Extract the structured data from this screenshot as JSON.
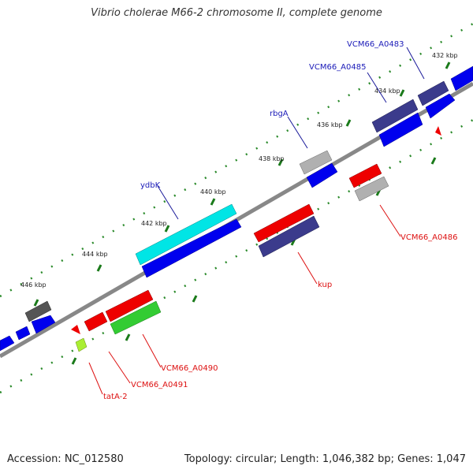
{
  "title": "Vibrio cholerae M66-2 chromosome II, complete genome",
  "footer": {
    "accession": "Accession: NC_012580",
    "summary": "Topology: circular; Length: 1,046,382 bp; Genes: 1,047"
  },
  "ticks": [
    "432 kbp",
    "434 kbp",
    "436 kbp",
    "438 kbp",
    "440 kbp",
    "442 kbp",
    "444 kbp",
    "446 kbp"
  ],
  "labels": {
    "top": [
      "VCM66_A0483",
      "VCM66_A0485",
      "rbgA",
      "ydbK"
    ],
    "bottom": [
      "VCM66_A0486",
      "kup",
      "VCM66_A0490",
      "VCM66_A0491",
      "tatA-2"
    ]
  },
  "colors": {
    "forward": "#0000ee",
    "reverse": "#ee0000",
    "top_label": "#1a1ab8",
    "bottom_label": "#dd1111",
    "tick": "#1a7a1a",
    "backbone": "#777777"
  }
}
